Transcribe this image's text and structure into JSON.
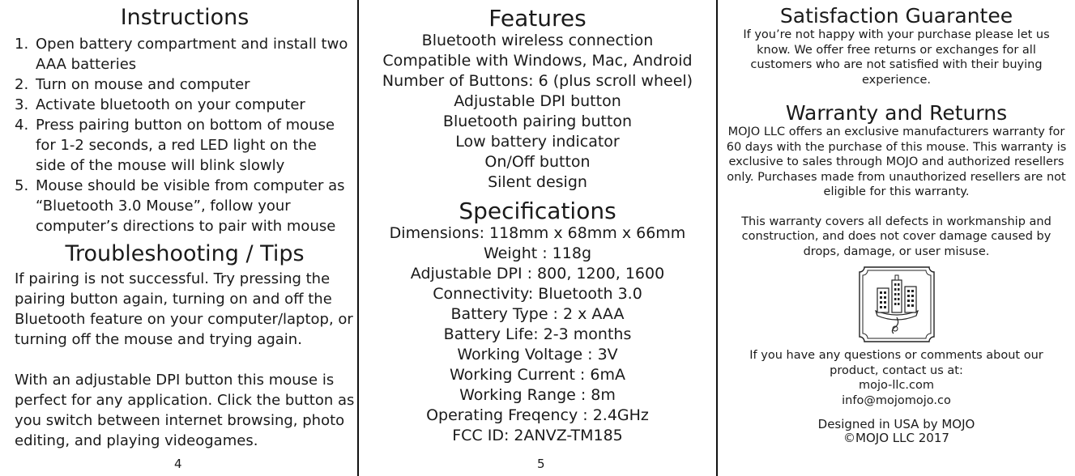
{
  "instructions": {
    "title": "Instructions",
    "steps": [
      {
        "num": "1.",
        "text": "Open battery compartment and install two AAA batteries"
      },
      {
        "num": "2.",
        "text": "Turn on mouse and computer"
      },
      {
        "num": "3.",
        "text": "Activate bluetooth on your computer"
      },
      {
        "num": "4.",
        "text": "Press pairing button on bottom of mouse for 1-2 seconds, a red LED light on the side of the mouse will blink slowly"
      },
      {
        "num": "5.",
        "text": "Mouse should be visible from computer as “Bluetooth 3.0 Mouse”, follow your computer’s directions to pair with mouse"
      }
    ]
  },
  "troubleshooting": {
    "title": "Troubleshooting / Tips",
    "para1": "If pairing is not successful. Try pressing the pairing button again, turning on and off the Bluetooth feature on your computer/laptop, or turning off the mouse and trying again.",
    "para2": "With an adjustable DPI button this mouse is perfect for any application. Click the button as you switch between internet browsing, photo editing, and playing videogames."
  },
  "page_left": "4",
  "features": {
    "title": "Features",
    "items": [
      "Bluetooth wireless connection",
      "Compatible with Windows, Mac, Android",
      "Number of Buttons: 6 (plus scroll wheel)",
      "Adjustable DPI button",
      "Bluetooth pairing button",
      "Low battery indicator",
      "On/Off button",
      "Silent design"
    ]
  },
  "specifications": {
    "title": "Specifications",
    "items": [
      "Dimensions: 118mm x 68mm x 66mm",
      "Weight : 118g",
      "Adjustable DPI : 800, 1200, 1600",
      "Connectivity: Bluetooth 3.0",
      "Battery Type : 2 x AAA",
      "Battery Life: 2-3 months",
      "Working Voltage : 3V",
      "Working Current : 6mA",
      "Working Range : 8m",
      "Operating Freqency : 2.4GHz",
      "FCC ID: 2ANVZ-TM185"
    ]
  },
  "page_middle": "5",
  "guarantee": {
    "title": "Satisfaction Guarantee",
    "text": "If you’re not happy with your purchase please let us know. We offer free returns or exchanges for all customers who are not satisfied with their buying experience."
  },
  "warranty": {
    "title": "Warranty and Returns",
    "text1": "MOJO LLC offers an exclusive manufacturers warranty for 60 days with the purchase of this mouse. This warranty is exclusive to sales through MOJO and authorized resellers only. Purchases made from unauthorized resellers are not eligible for this warranty.",
    "text2": "This warranty covers all defects in workmanship and construction, and does not cover damage caused by drops, damage, or user misuse."
  },
  "contact": {
    "intro": "If you have any questions or comments about our product, contact us at:",
    "website": "mojo-llc.com",
    "email": "info@mojomojo.co"
  },
  "footer": {
    "designed": "Designed in USA by MOJO",
    "copyright": "©MOJO LLC 2017"
  },
  "emblem_icon": "city-skyline-emblem-icon"
}
